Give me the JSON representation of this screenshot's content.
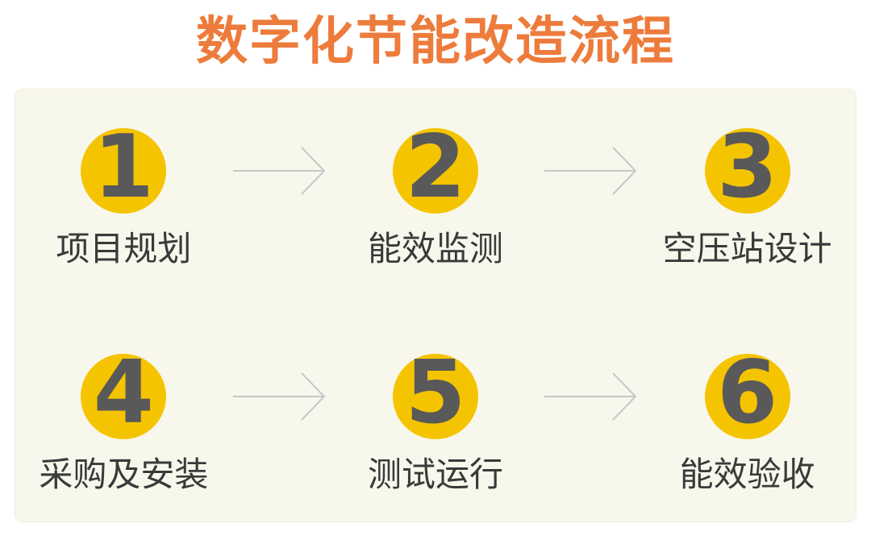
{
  "title": "数字化节能改造流程",
  "colors": {
    "title-orange": "#ED7C3C",
    "circle-yellow": "#F5C400",
    "number-gray": "#595959",
    "label-dark": "#3A3A3A",
    "panel-bg": "#F8F7EC",
    "panel-border": "#EFECDD",
    "arrow-gray": "#C7C7C7",
    "page-bg": "#FFFFFF"
  },
  "icons": {
    "flow_arrow": "arrow-right-icon"
  },
  "steps": [
    {
      "number": "1",
      "label": "项目规划"
    },
    {
      "number": "2",
      "label": "能效监测"
    },
    {
      "number": "3",
      "label": "空压站设计"
    },
    {
      "number": "4",
      "label": "采购及安装"
    },
    {
      "number": "5",
      "label": "测试运行"
    },
    {
      "number": "6",
      "label": "能效验收"
    }
  ]
}
